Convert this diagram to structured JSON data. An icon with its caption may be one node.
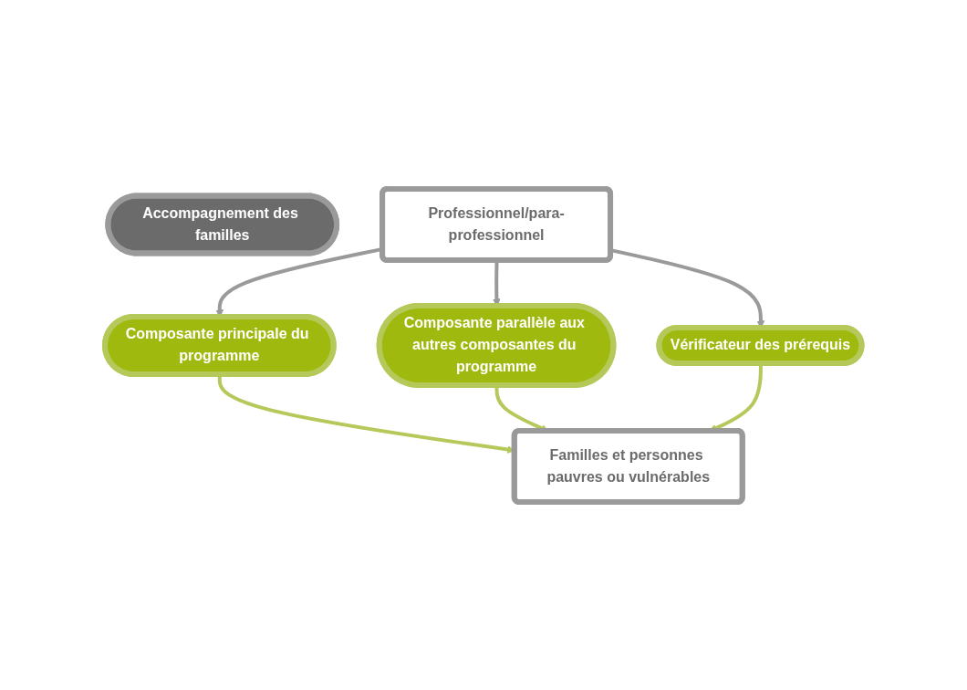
{
  "diagram": {
    "nodes": [
      {
        "text": [
          "Accompagnement des familles"
        ]
      },
      {
        "text": [
          "Professionnel/para-professionnel"
        ]
      },
      {
        "text": [
          "Composante principale du programme"
        ]
      },
      {
        "text": [
          "Composante parallèle aux autres composantes du programme"
        ]
      },
      {
        "text": [
          "Vérificateur des prérequis"
        ]
      },
      {
        "text": [
          "Familles et personnes pauvres ou vulnérables"
        ]
      }
    ],
    "edges": [
      {
        "from": 1,
        "to": 2,
        "arrow": "to"
      },
      {
        "from": 1,
        "to": 3,
        "arrow": "to"
      },
      {
        "from": 1,
        "to": 4,
        "arrow": "to"
      },
      {
        "from": 2,
        "to": 5,
        "arrow": "to",
        "color": "#b5c95a"
      },
      {
        "from": 3,
        "to": 5,
        "arrow": "to",
        "color": "#b5c95a"
      },
      {
        "from": 4,
        "to": 5,
        "arrow": "to",
        "color": "#b5c95a"
      }
    ]
  }
}
